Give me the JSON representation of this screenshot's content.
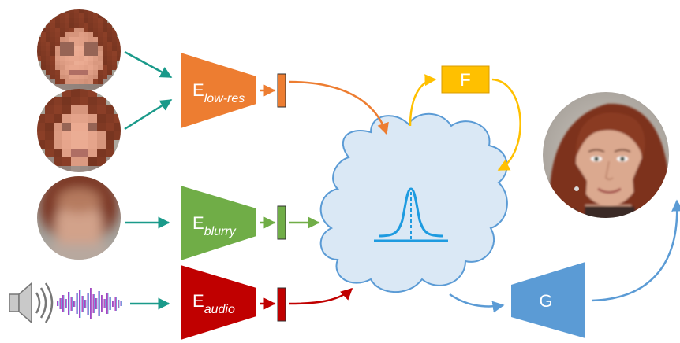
{
  "colors": {
    "teal_arrow": "#1a9a8a",
    "encoder_lowres": "#ed7d31",
    "encoder_blurry": "#70ad47",
    "encoder_audio": "#c00000",
    "latent_cloud_fill": "#dae8f5",
    "latent_cloud_stroke": "#5b9bd5",
    "distribution": "#1e9be0",
    "box_f": "#ffc000",
    "generator": "#5b9bd5",
    "face_skin": "#d6a48a",
    "face_hair": "#8a3b22"
  },
  "inputs": [
    {
      "name": "low-res-face-1",
      "icon": "pixelated-face"
    },
    {
      "name": "low-res-face-2",
      "icon": "pixelated-face"
    },
    {
      "name": "blurry-face",
      "icon": "blurred-face"
    },
    {
      "name": "audio-input",
      "icon": "speaker-waveform"
    }
  ],
  "encoders": [
    {
      "main": "E",
      "sub": "low-res"
    },
    {
      "main": "E",
      "sub": "blurry"
    },
    {
      "main": "E",
      "sub": "audio"
    }
  ],
  "f_box": {
    "label": "F"
  },
  "generator": {
    "label": "G"
  },
  "output": {
    "icon": "reconstructed-face"
  }
}
